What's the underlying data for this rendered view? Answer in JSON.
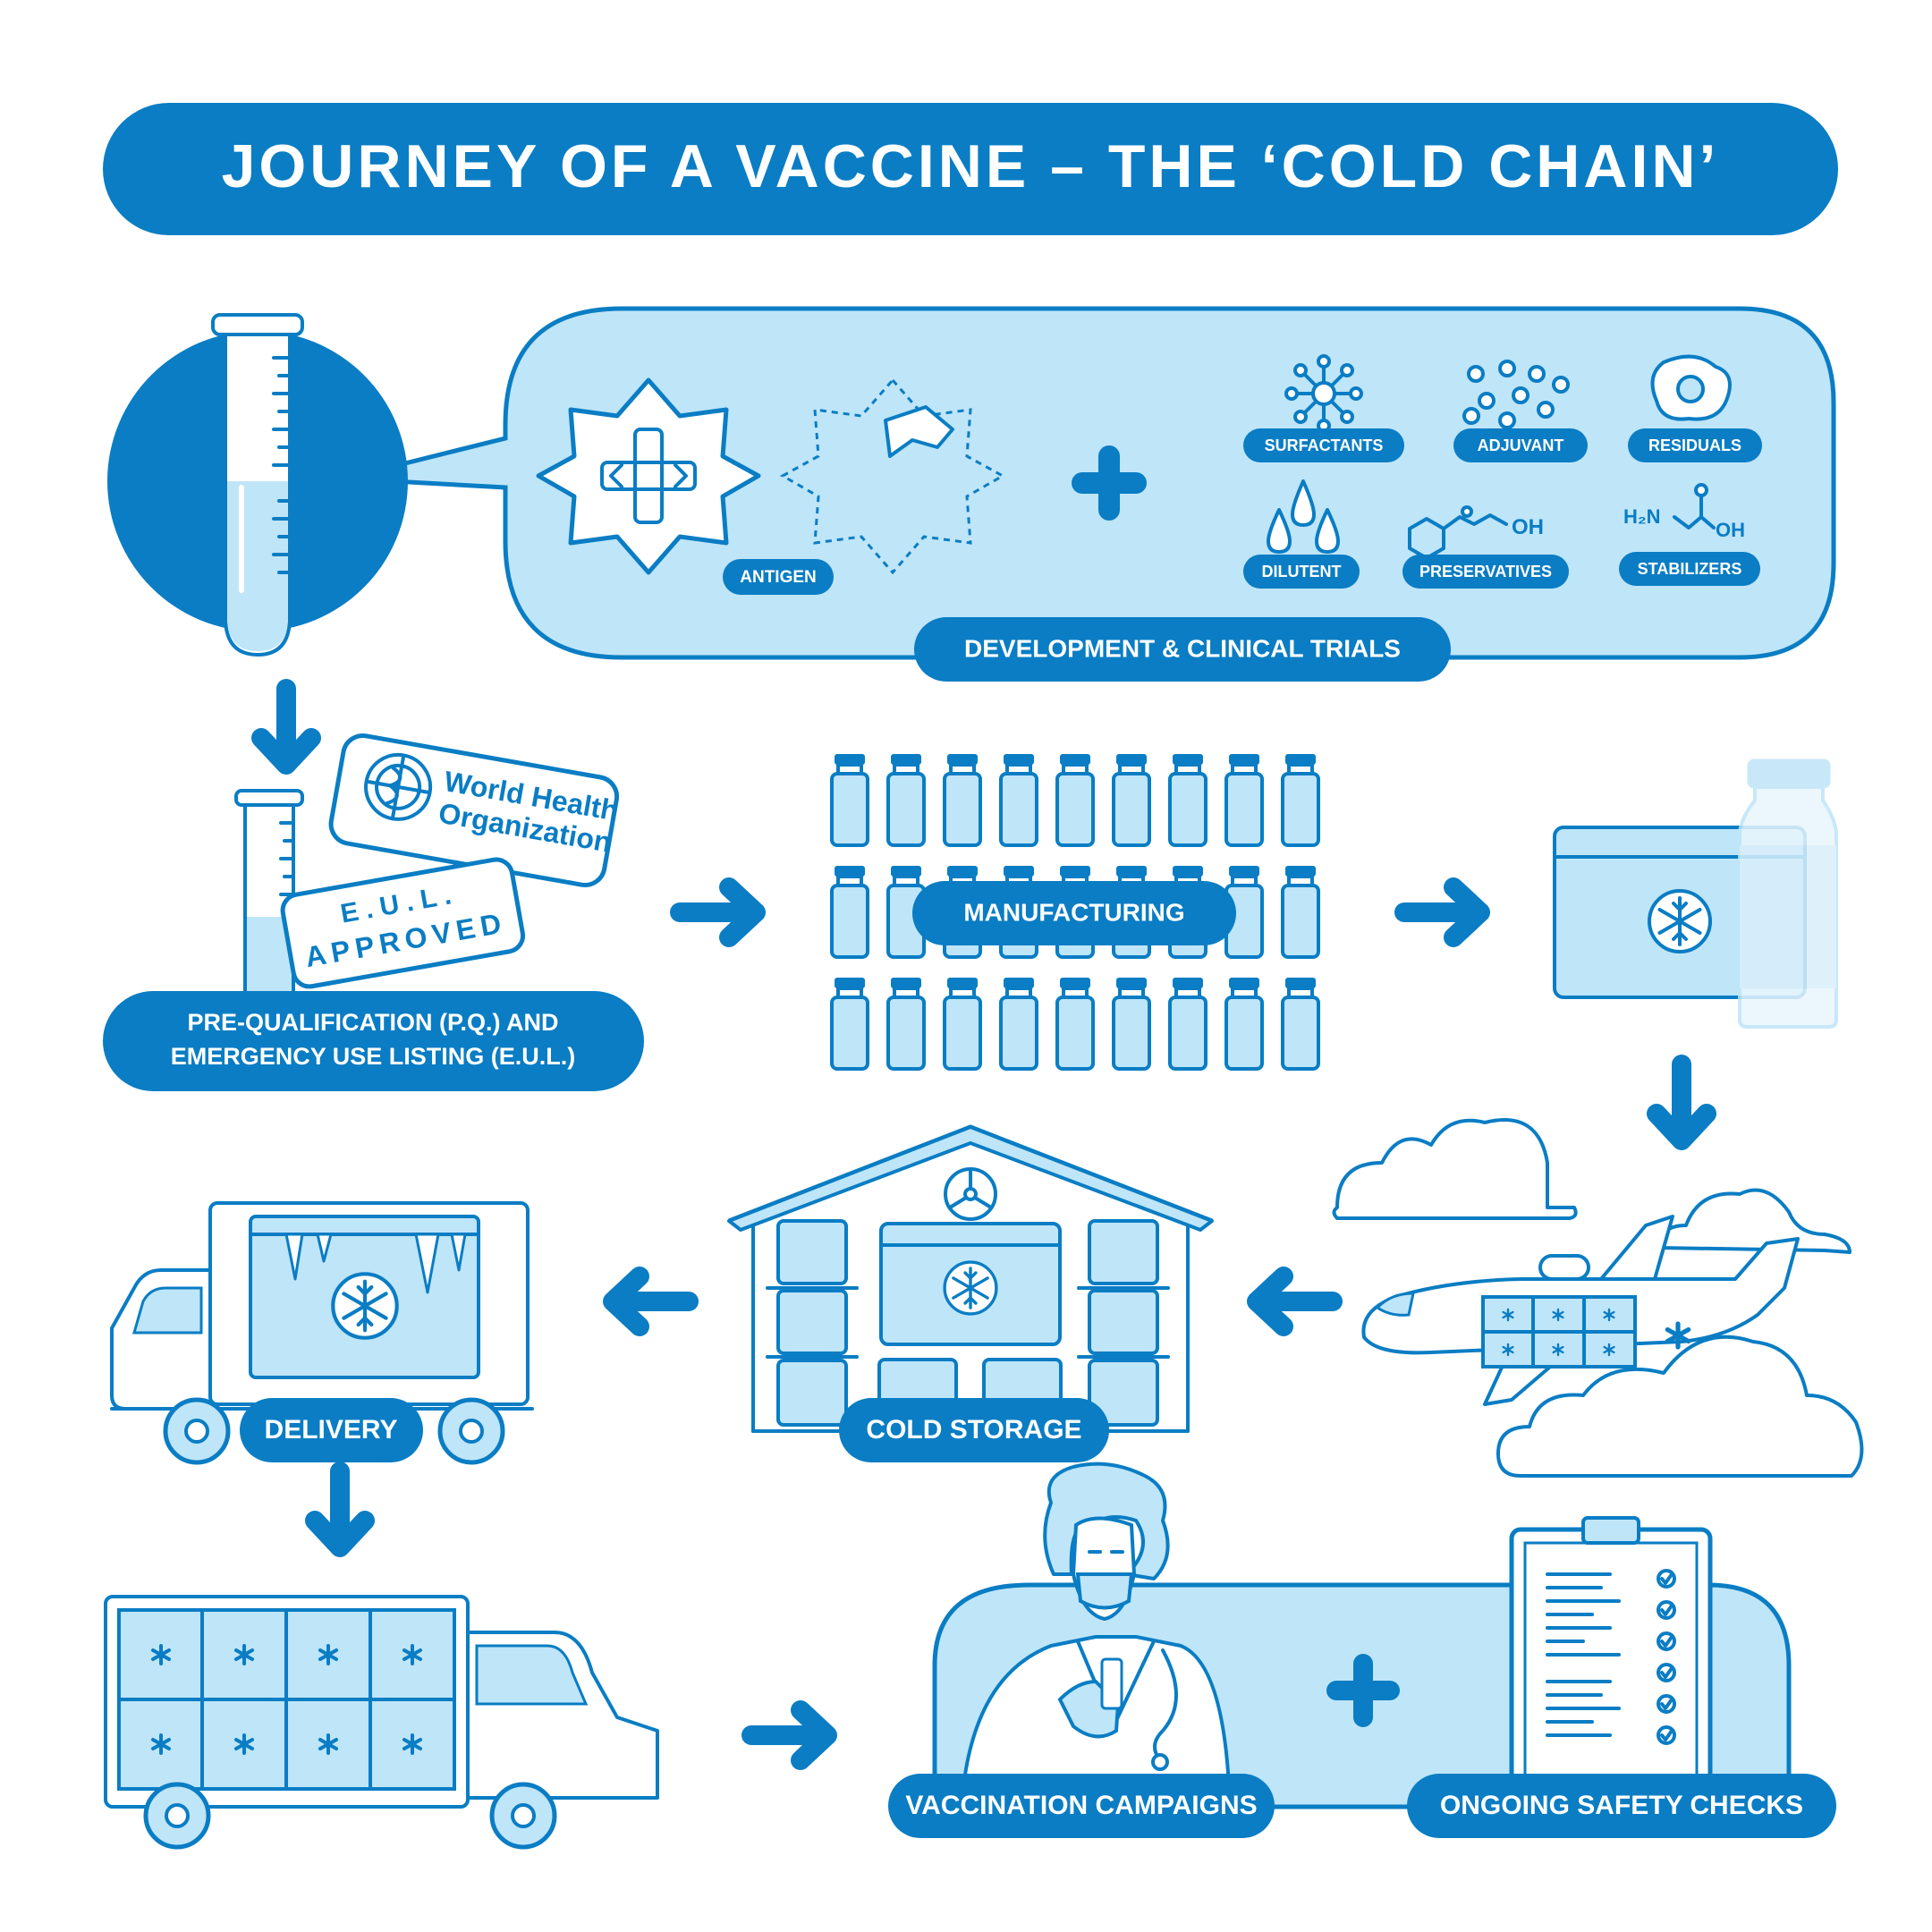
{
  "title": "JOURNEY OF A VACCINE – THE ‘COLD CHAIN’",
  "development": {
    "label": "DEVELOPMENT & CLINICAL TRIALS",
    "antigen": "ANTIGEN",
    "ingredients": [
      "SURFACTANTS",
      "ADJUVANT",
      "RESIDUALS",
      "DILUTENT",
      "PRESERVATIVES",
      "STABILIZERS"
    ],
    "chem_oh_1": "OH",
    "chem_h2n": "H₂N",
    "chem_oh_2": "OH"
  },
  "approval": {
    "label_line1": "PRE-QUALIFICATION (P.Q.) AND",
    "label_line2": "EMERGENCY USE LISTING (E.U.L.)",
    "who_line1": "World Health",
    "who_line2": "Organization",
    "stamp_line1": "E.U.L.",
    "stamp_line2": "APPROVED"
  },
  "manufacturing": {
    "label": "MANUFACTURING"
  },
  "delivery": {
    "label": "DELIVERY"
  },
  "cold_storage": {
    "label": "COLD STORAGE"
  },
  "vaccination": {
    "label": "VACCINATION CAMPAIGNS"
  },
  "safety": {
    "label": "ONGOING SAFETY CHECKS"
  },
  "colors": {
    "primary": "#0a7dc4",
    "light": "#bfe5f8",
    "background": "#ffffff"
  },
  "icons": [
    "test-tube-icon",
    "antigen-icon",
    "plus-icon",
    "surfactant-icon",
    "adjuvant-icon",
    "egg-icon",
    "droplets-icon",
    "molecule-icon",
    "vial-icon",
    "snowflake-icon",
    "cooler-icon",
    "airplane-icon",
    "cloud-icon",
    "warehouse-icon",
    "truck-icon",
    "van-icon",
    "doctor-icon",
    "clipboard-icon",
    "arrow-icon"
  ]
}
